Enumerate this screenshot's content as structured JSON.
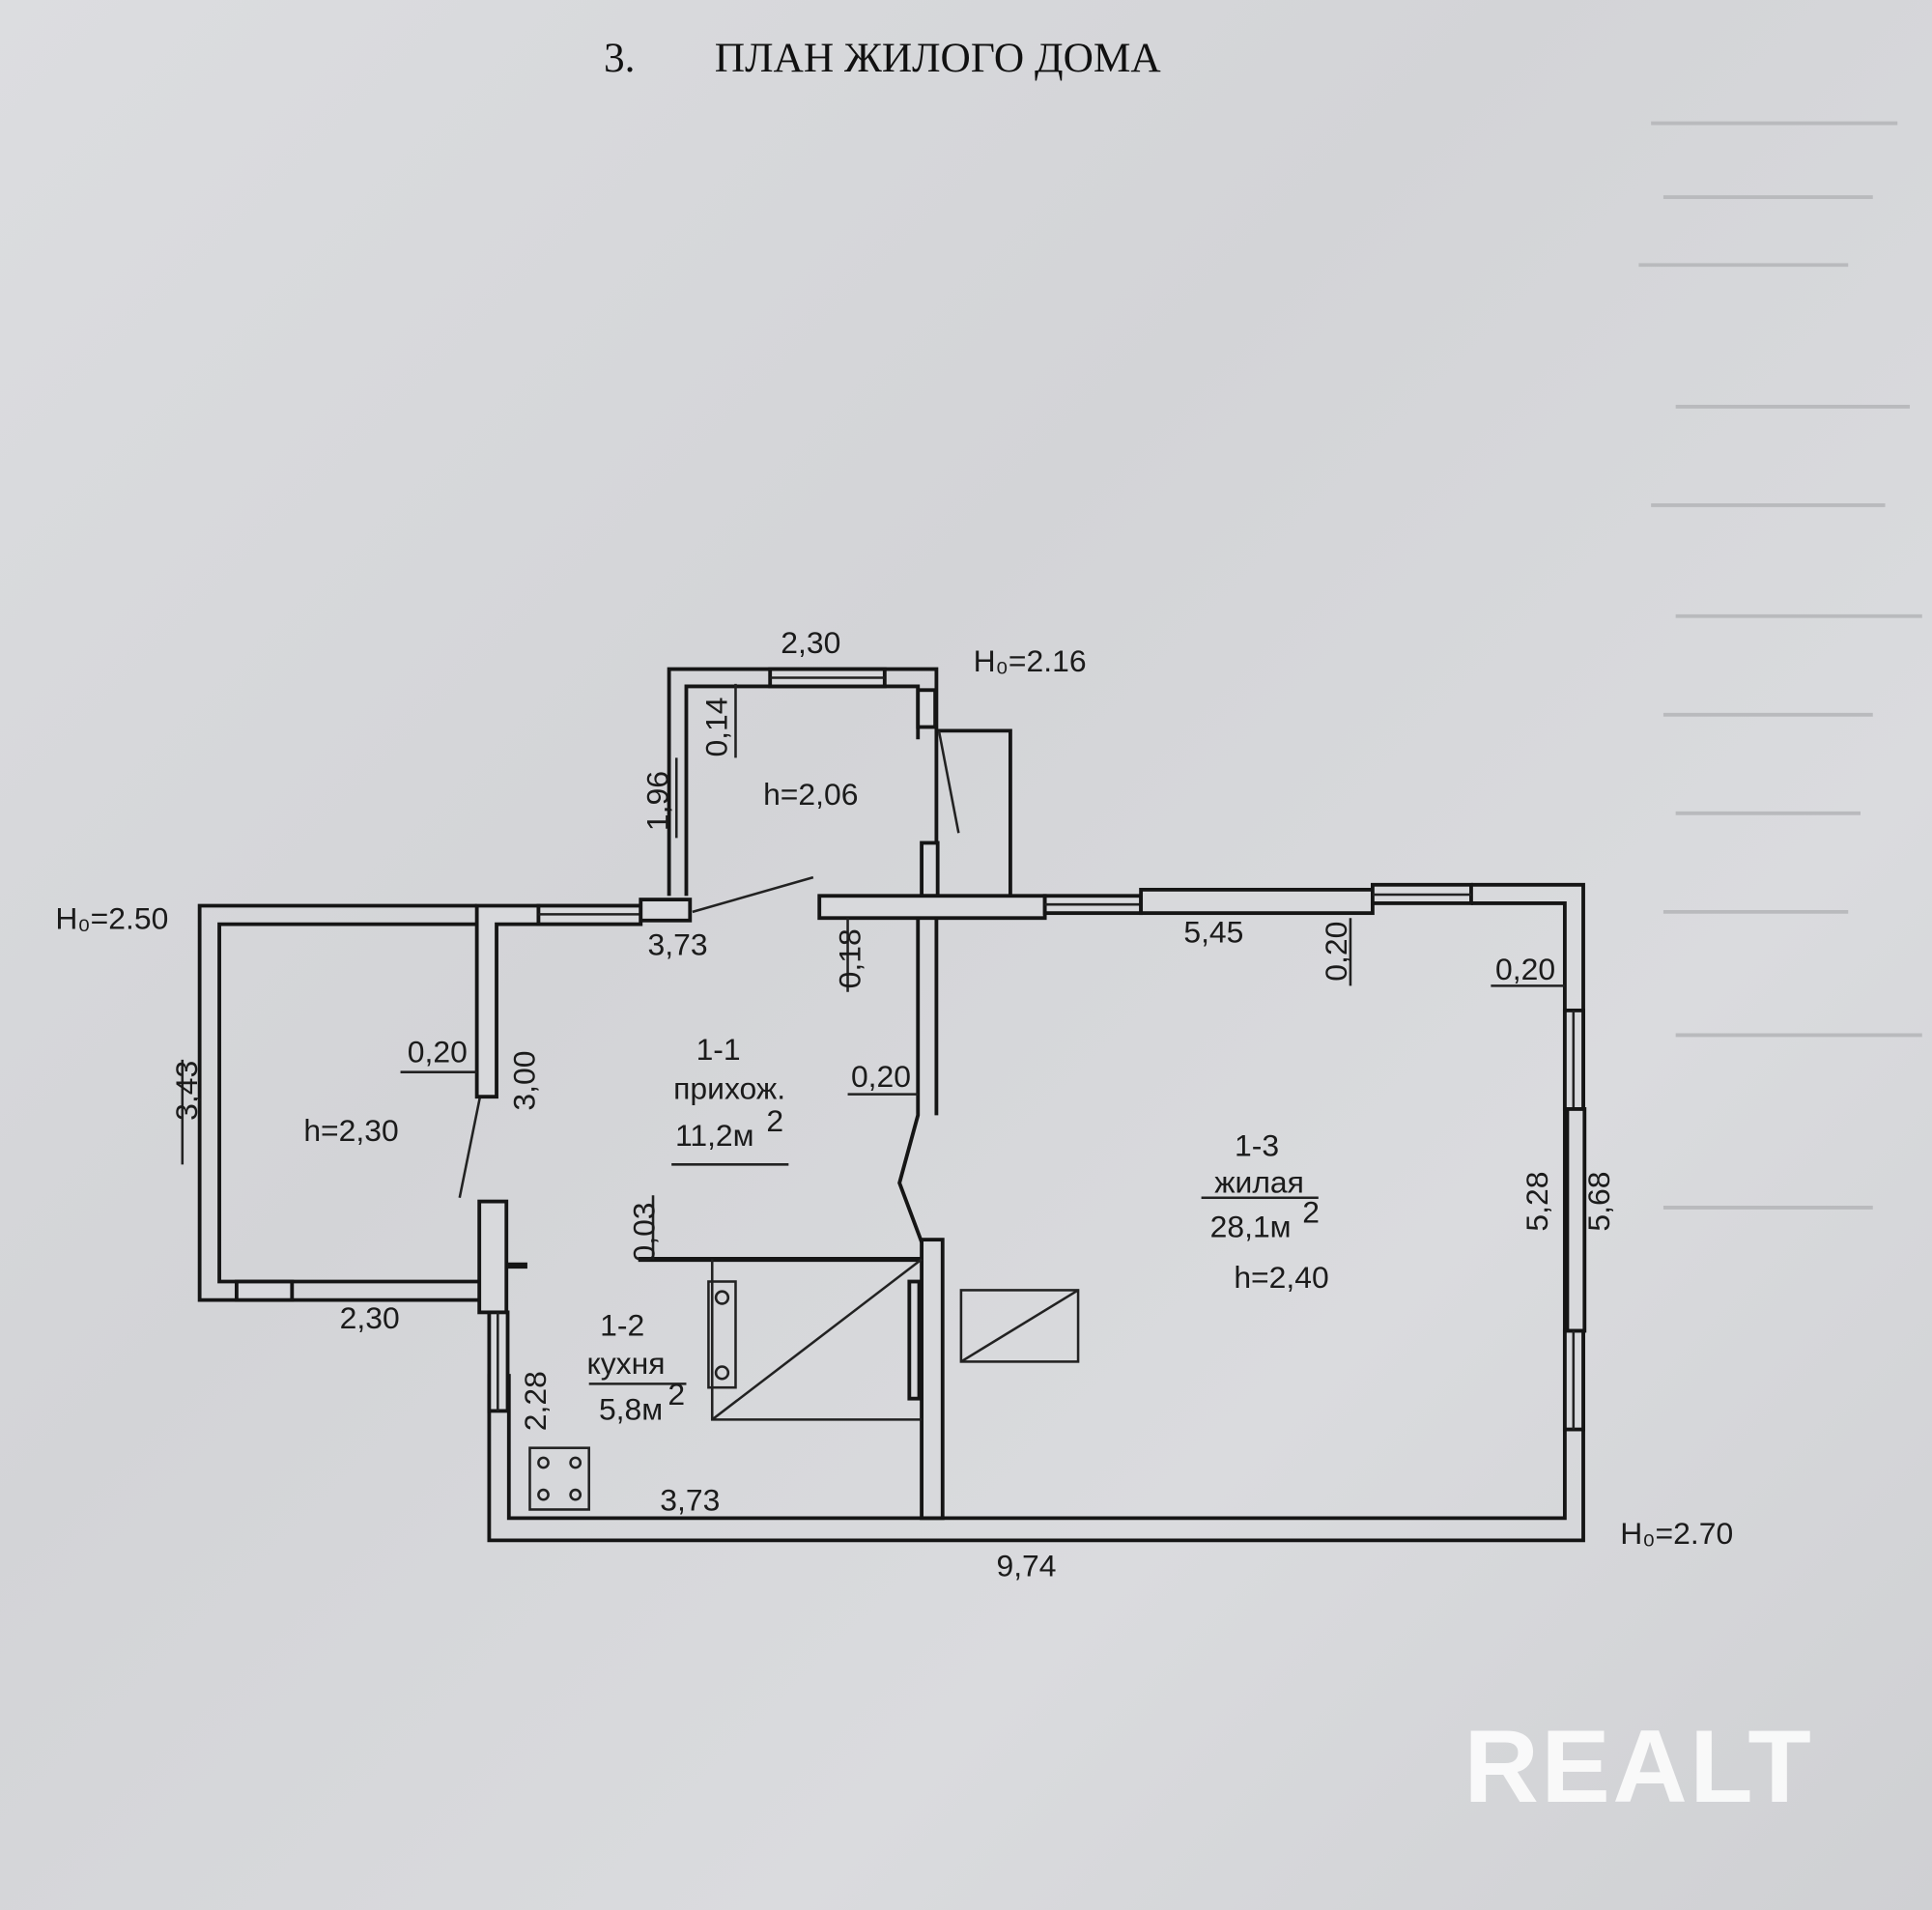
{
  "document": {
    "section_number": "3.",
    "title": "ПЛАН ЖИЛОГО ДОМА"
  },
  "rooms": [
    {
      "id": "1-1",
      "name": "прихож.",
      "area": "11,2м",
      "area_sup": "2"
    },
    {
      "id": "1-2",
      "name": "кухня",
      "area": "5,8м",
      "area_sup": "2"
    },
    {
      "id": "1-3",
      "name": "жилая",
      "area": "28,1м",
      "area_sup": "2",
      "height": "h=2,40"
    }
  ],
  "heights": {
    "porch": "h=2,06",
    "left_room": "h=2,30",
    "h0_porch": "H₀=2.16",
    "h0_left": "H₀=2.50",
    "h0_main": "H₀=2.70"
  },
  "dimensions": {
    "porch_width": "2,30",
    "porch_wall": "0,14",
    "porch_depth": "1,96",
    "hall_width_top": "3,73",
    "wall_018": "0,18",
    "living_width": "5,45",
    "wall_020_top": "0,20",
    "wall_020_right": "0,20",
    "left_room_depth": "3,43",
    "wall_020_left": "0,20",
    "hall_depth": "3,00",
    "wall_020_hall": "0,20",
    "living_depth_inner": "5,28",
    "living_depth_outer": "5,68",
    "wall_003": "0,03",
    "left_room_width": "2,30",
    "kitchen_depth": "2,28",
    "kitchen_width": "3,73",
    "total_width": "9,74"
  },
  "watermark": "REALT"
}
